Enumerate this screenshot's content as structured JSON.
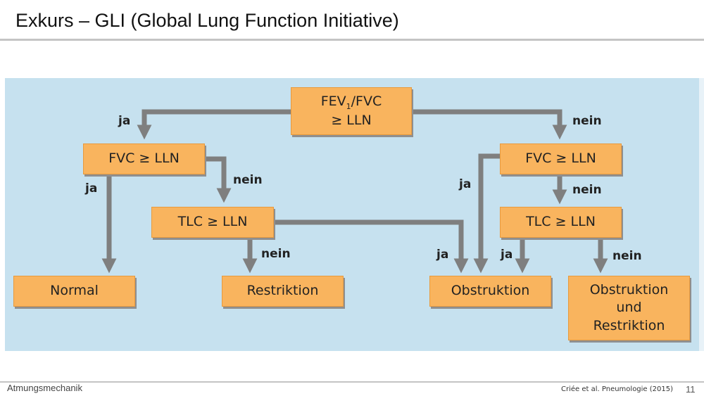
{
  "slide": {
    "title": "Exkurs – GLI (Global Lung Function Initiative)",
    "footer_left": "Atmungsmechanik",
    "citation": "Criée et al. Pneumologie (2015)",
    "page_number": "11"
  },
  "flowchart": {
    "root": {
      "line1_pre": "FEV",
      "line1_sub": "1",
      "line1_post": "/FVC",
      "line2": "≥ LLN"
    },
    "nodes": {
      "fvc_left": "FVC ≥ LLN",
      "tlc_left": "TLC ≥ LLN",
      "fvc_right": "FVC ≥ LLN",
      "tlc_right": "TLC ≥ LLN",
      "normal": "Normal",
      "restriktion": "Restriktion",
      "obstruktion": "Obstruktion",
      "combined_line1": "Obstruktion",
      "combined_line2": "und",
      "combined_line3": "Restriktion"
    },
    "edge_labels": {
      "root_ja": "ja",
      "root_nein": "nein",
      "fvc_left_ja": "ja",
      "fvc_left_nein": "nein",
      "tlc_left_ja": "ja",
      "tlc_left_nein": "nein",
      "fvc_right_ja": "ja",
      "fvc_right_nein": "nein",
      "tlc_right_ja": "ja",
      "tlc_right_nein": "nein"
    }
  },
  "colors": {
    "background_panel": "#c6e1ef",
    "box_fill": "#f9b45e",
    "arrow": "#7f7f7f"
  }
}
